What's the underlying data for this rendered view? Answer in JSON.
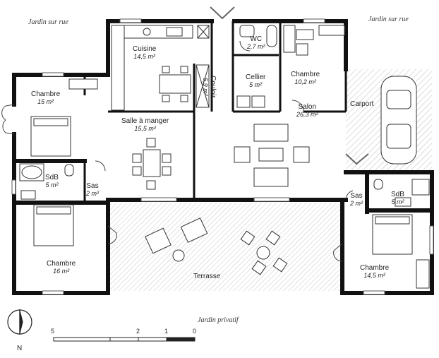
{
  "gardens": {
    "top_left": "Jardin sur rue",
    "top_right": "Jardin sur rue",
    "bottom": "Jardin privatif"
  },
  "rooms": {
    "cuisine": {
      "name": "Cuisine",
      "area": "14,5 m²"
    },
    "wc": {
      "name": "WC",
      "area": "2,7 m²"
    },
    "chambre_tl": {
      "name": "Chambre",
      "area": "15 m²"
    },
    "chambre_tr": {
      "name": "Chambre",
      "area": "10,2 m²"
    },
    "cellier": {
      "name": "Cellier",
      "area": "5 m²"
    },
    "couloir": {
      "name": "Couloir",
      "area": "5,9 m²"
    },
    "carport": {
      "name": "Carport"
    },
    "salle_a_manger": {
      "name": "Salle à manger",
      "area": "15,5 m²"
    },
    "salon": {
      "name": "Salon",
      "area": "26,3 m²"
    },
    "sdb_left": {
      "name": "SdB",
      "area": "5 m²"
    },
    "sas_left": {
      "name": "Sas",
      "area": "2 m²"
    },
    "sas_right": {
      "name": "Sas",
      "area": "2 m²"
    },
    "sdb_right": {
      "name": "SdB",
      "area": "5 m²"
    },
    "chambre_bl": {
      "name": "Chambre",
      "area": "16 m²"
    },
    "terrasse": {
      "name": "Terrasse"
    },
    "chambre_br": {
      "name": "Chambre",
      "area": "14,5 m²"
    }
  },
  "scale": {
    "ticks": [
      "5",
      "2",
      "1",
      "0"
    ]
  },
  "compass": {
    "label": "N"
  }
}
